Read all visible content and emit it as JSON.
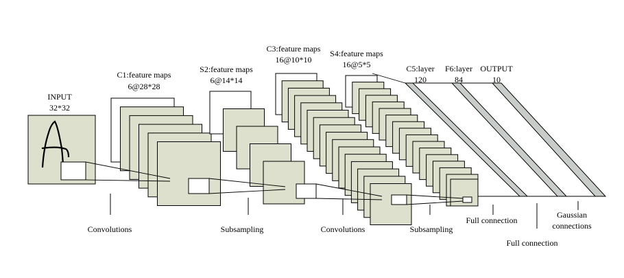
{
  "colors": {
    "map_fill": "#dde0cc",
    "plain_fill": "#ffffff",
    "layer_band_fill": "#c9cdc9",
    "stroke": "#000000"
  },
  "layers": {
    "input": {
      "name": "INPUT",
      "size": "32*32"
    },
    "c1": {
      "name": "C1:feature maps",
      "size": "6@28*28"
    },
    "s2": {
      "name": "S2:feature maps",
      "size": "6@14*14"
    },
    "c3": {
      "name": "C3:feature maps",
      "size": "16@10*10"
    },
    "s4": {
      "name": "S4:feature maps",
      "size": "16@5*5"
    },
    "c5": {
      "name": "C5:layer",
      "size": "120"
    },
    "f6": {
      "name": "F6:layer",
      "size": "84"
    },
    "output": {
      "name": "OUTPUT",
      "size": "10"
    }
  },
  "operations": {
    "conv1": "Convolutions",
    "sub1": "Subsampling",
    "conv2": "Convolutions",
    "sub2": "Subsampling",
    "full1": "Full connection",
    "full2": "Full connection",
    "gaussian_line1": "Gaussian",
    "gaussian_line2": "connections"
  }
}
